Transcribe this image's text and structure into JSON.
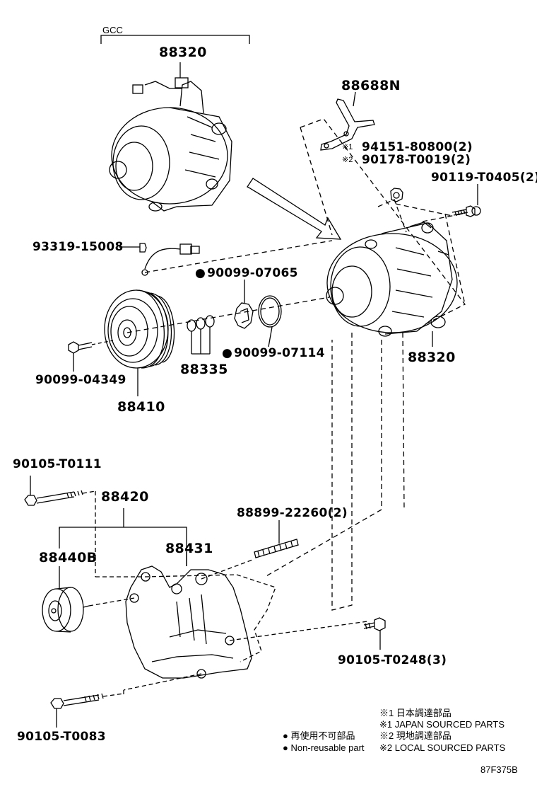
{
  "labels": {
    "gcc": "GCC",
    "compressor_top": "88320",
    "bracket_top": "88688N",
    "bolt_94151": "94151-80800(2)",
    "bolt_90178": "90178-T0019(2)",
    "bolt_90119": "90119-T0405(2)",
    "screw_93319": "93319-15008",
    "washer_90099_07065": "90099-07065",
    "washer_90099_07114": "90099-07114",
    "shims_88335": "88335",
    "bolt_90099_04349": "90099-04349",
    "clutch_88410": "88410",
    "compressor_right": "88320",
    "bolt_90105_t0111": "90105-T0111",
    "bracket_assy_88420": "88420",
    "idler_88440b": "88440B",
    "bracket_88431": "88431",
    "stud_88899": "88899-22260(2)",
    "bolt_90105_t0248": "90105-T0248(3)",
    "bolt_90105_t0083": "90105-T0083"
  },
  "marks": {
    "note1": "※1",
    "note2": "※2",
    "nonreusable_dot": "●"
  },
  "legend": {
    "jp_line1": "※1 日本調達部品",
    "en_line1": "※1 JAPAN SOURCED PARTS",
    "jp_line2": "※2 現地調達部品",
    "en_line2": "※2 LOCAL SOURCED PARTS",
    "nonreusable_jp": "再使用不可部品",
    "nonreusable_en": "Non-reusable part"
  },
  "figure_code": "87F375B"
}
